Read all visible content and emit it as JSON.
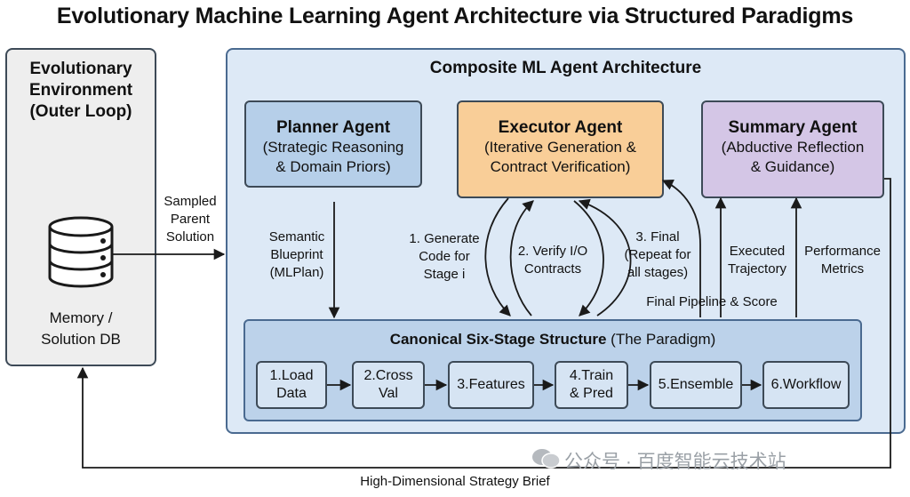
{
  "title": "Evolutionary Machine Learning Agent Architecture via Structured Paradigms",
  "environment": {
    "title_lines": [
      "Evolutionary",
      "Environment",
      "(Outer Loop)"
    ],
    "memory_lines": [
      "Memory /",
      "Solution DB"
    ],
    "icon": "database-icon"
  },
  "composite": {
    "title": "Composite ML Agent Architecture"
  },
  "planner": {
    "name": "Planner Agent",
    "desc_lines": [
      "(Strategic Reasoning",
      "& Domain Priors)"
    ]
  },
  "executor": {
    "name": "Executor Agent",
    "desc_lines": [
      "(Iterative Generation &",
      "Contract Verification)"
    ]
  },
  "summary": {
    "name": "Summary Agent",
    "desc_lines": [
      "(Abductive Reflection",
      "& Guidance)"
    ]
  },
  "canonical": {
    "title_bold": "Canonical Six-Stage Structure",
    "title_rest": "(The Paradigm)",
    "stages": [
      {
        "lines": [
          "1.Load",
          "Data"
        ]
      },
      {
        "lines": [
          "2.Cross",
          "Val"
        ]
      },
      {
        "lines": [
          "3.Features"
        ]
      },
      {
        "lines": [
          "4.Train",
          "& Pred"
        ]
      },
      {
        "lines": [
          "5.Ensemble"
        ]
      },
      {
        "lines": [
          "6.Workflow"
        ]
      }
    ]
  },
  "labels": {
    "sampled": [
      "Sampled",
      "Parent",
      "Solution"
    ],
    "semantic": [
      "Semantic",
      "Blueprint",
      "(MLPlan)"
    ],
    "generate": [
      "1. Generate",
      "Code for",
      "Stage i"
    ],
    "verify": [
      "2. Verify I/O",
      "Contracts"
    ],
    "final": [
      "3. Final",
      "(Repeat for",
      "all stages)"
    ],
    "executed": [
      "Executed",
      "Trajectory"
    ],
    "performance": [
      "Performance",
      "Metrics"
    ],
    "final_pipeline": "Final Pipeline & Score",
    "bottom": "High-Dimensional Strategy Brief"
  },
  "watermark": "公众号 · 百度智能云技术站",
  "colors": {
    "composite_bg": "#dde9f6",
    "planner_bg": "#b6cfe9",
    "executor_bg": "#f9ce98",
    "summary_bg": "#d4c6e6",
    "canonical_bg": "#bcd2ea",
    "environment_bg": "#eeeeee"
  }
}
